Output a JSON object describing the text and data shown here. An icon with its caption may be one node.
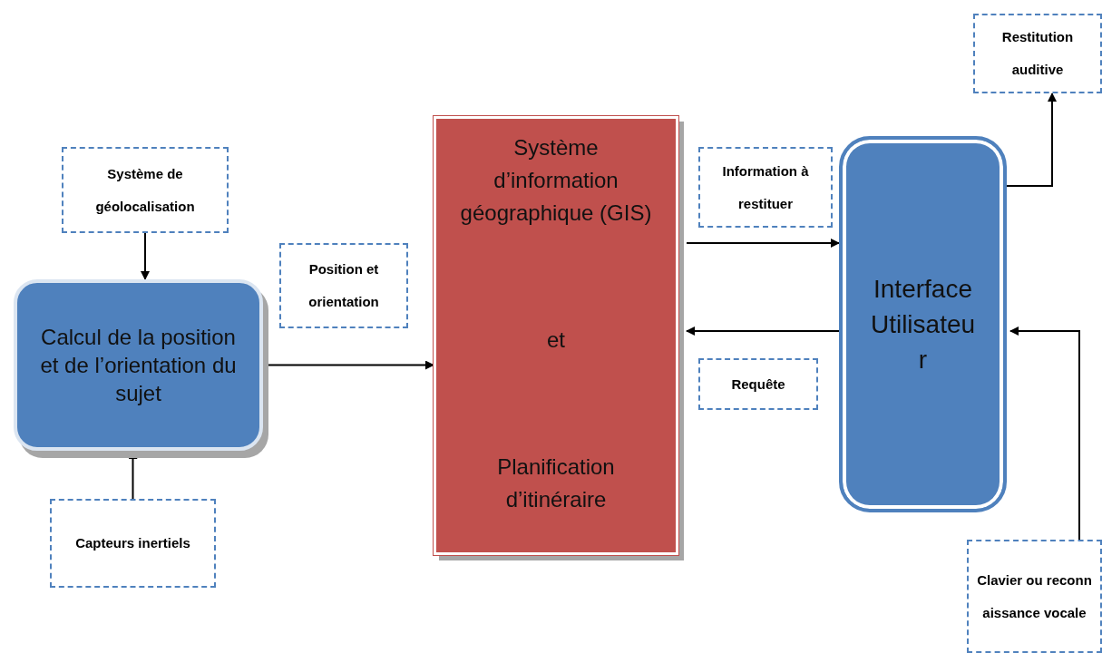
{
  "diagram": {
    "nodes": [
      {
        "text": [
          "Système de géolocalisation"
        ]
      },
      {
        "text": [
          "Calcul de la position et de l’orientation du sujet"
        ]
      },
      {
        "text": [
          "Capteurs inertiels"
        ]
      },
      {
        "text": [
          "Position et orientation"
        ]
      },
      {
        "text": [
          "Système d’information géographique (GIS)",
          "et",
          "Planification d’itinéraire"
        ]
      },
      {
        "text": [
          "Information à restituer"
        ]
      },
      {
        "text": [
          "Interface Utilisateur"
        ]
      },
      {
        "text": [
          "Requête"
        ]
      },
      {
        "text": [
          "Restitution auditive"
        ]
      },
      {
        "text": [
          "Clavier ou reconnaissance vocale"
        ]
      }
    ],
    "edges": [
      {
        "from": 0,
        "to": 1,
        "arrow": "to"
      },
      {
        "from": 2,
        "to": 1,
        "arrow": "to"
      },
      {
        "from": 1,
        "to": 4,
        "arrow": "to"
      },
      {
        "from": 4,
        "to": 6,
        "arrow": "to"
      },
      {
        "from": 6,
        "to": 4,
        "arrow": "to"
      },
      {
        "from": 6,
        "to": 8,
        "arrow": "to"
      },
      {
        "from": 9,
        "to": 6,
        "arrow": "to"
      }
    ]
  }
}
